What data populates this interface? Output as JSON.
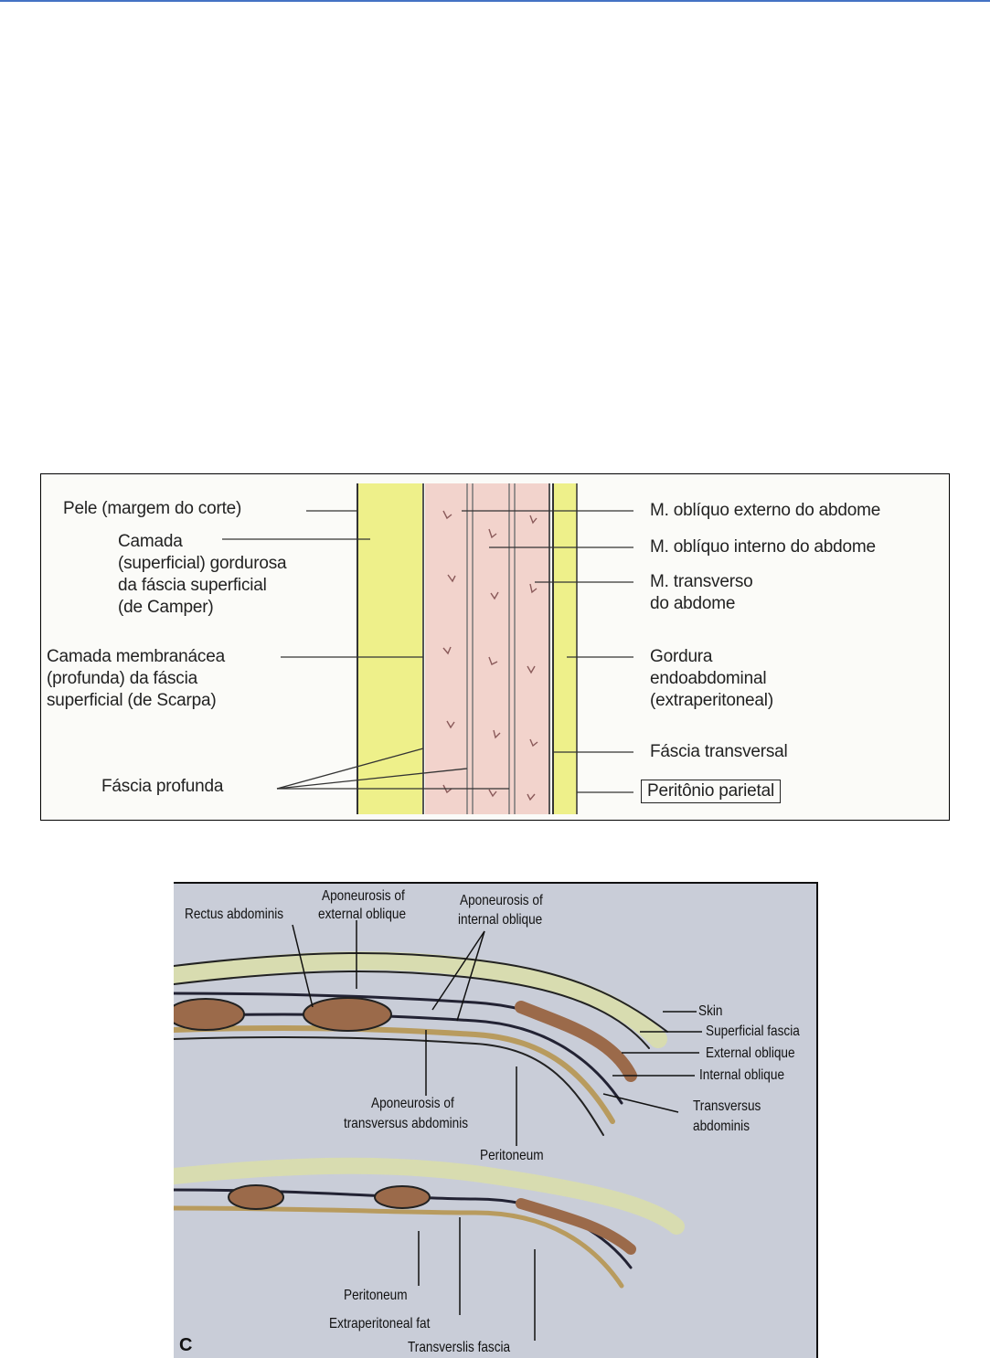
{
  "header": {
    "accent_color": "#4472C4"
  },
  "figure1": {
    "left_labels": [
      "Pele (margem do corte)",
      "Camada",
      "(superficial) gordurosa",
      "da fáscia superficial",
      "(de Camper)",
      "Camada membranácea",
      "(profunda) da fáscia",
      "superficial (de Scarpa)",
      "Fáscia profunda"
    ],
    "right_labels": [
      "M. oblíquo externo do abdome",
      "M. oblíquo interno do abdome",
      "M. transverso",
      "do abdome",
      "Gordura",
      "endoabdominal",
      "(extraperitoneal)",
      "Fáscia transversal",
      "Peritônio parietal"
    ]
  },
  "figure2": {
    "panel_letter": "C",
    "labels": {
      "rectus": "Rectus abdominis",
      "apo_ext_1": "Aponeurosis of",
      "apo_ext_2": "external oblique",
      "apo_int_1": "Aponeurosis of",
      "apo_int_2": "internal oblique",
      "skin": "Skin",
      "sup_fascia": "Superficial fascia",
      "ext_oblique": "External oblique",
      "int_oblique": "Internal oblique",
      "transversus_1": "Transversus",
      "transversus_2": "abdominis",
      "apo_tr_1": "Aponeurosis of",
      "apo_tr_2": "transversus abdominis",
      "peritoneum_top": "Peritoneum",
      "peritoneum_bottom": "Peritoneum",
      "extraperitoneal_fat": "Extraperitoneal fat",
      "transversalis_fascia": "Transverslis fascia"
    }
  }
}
